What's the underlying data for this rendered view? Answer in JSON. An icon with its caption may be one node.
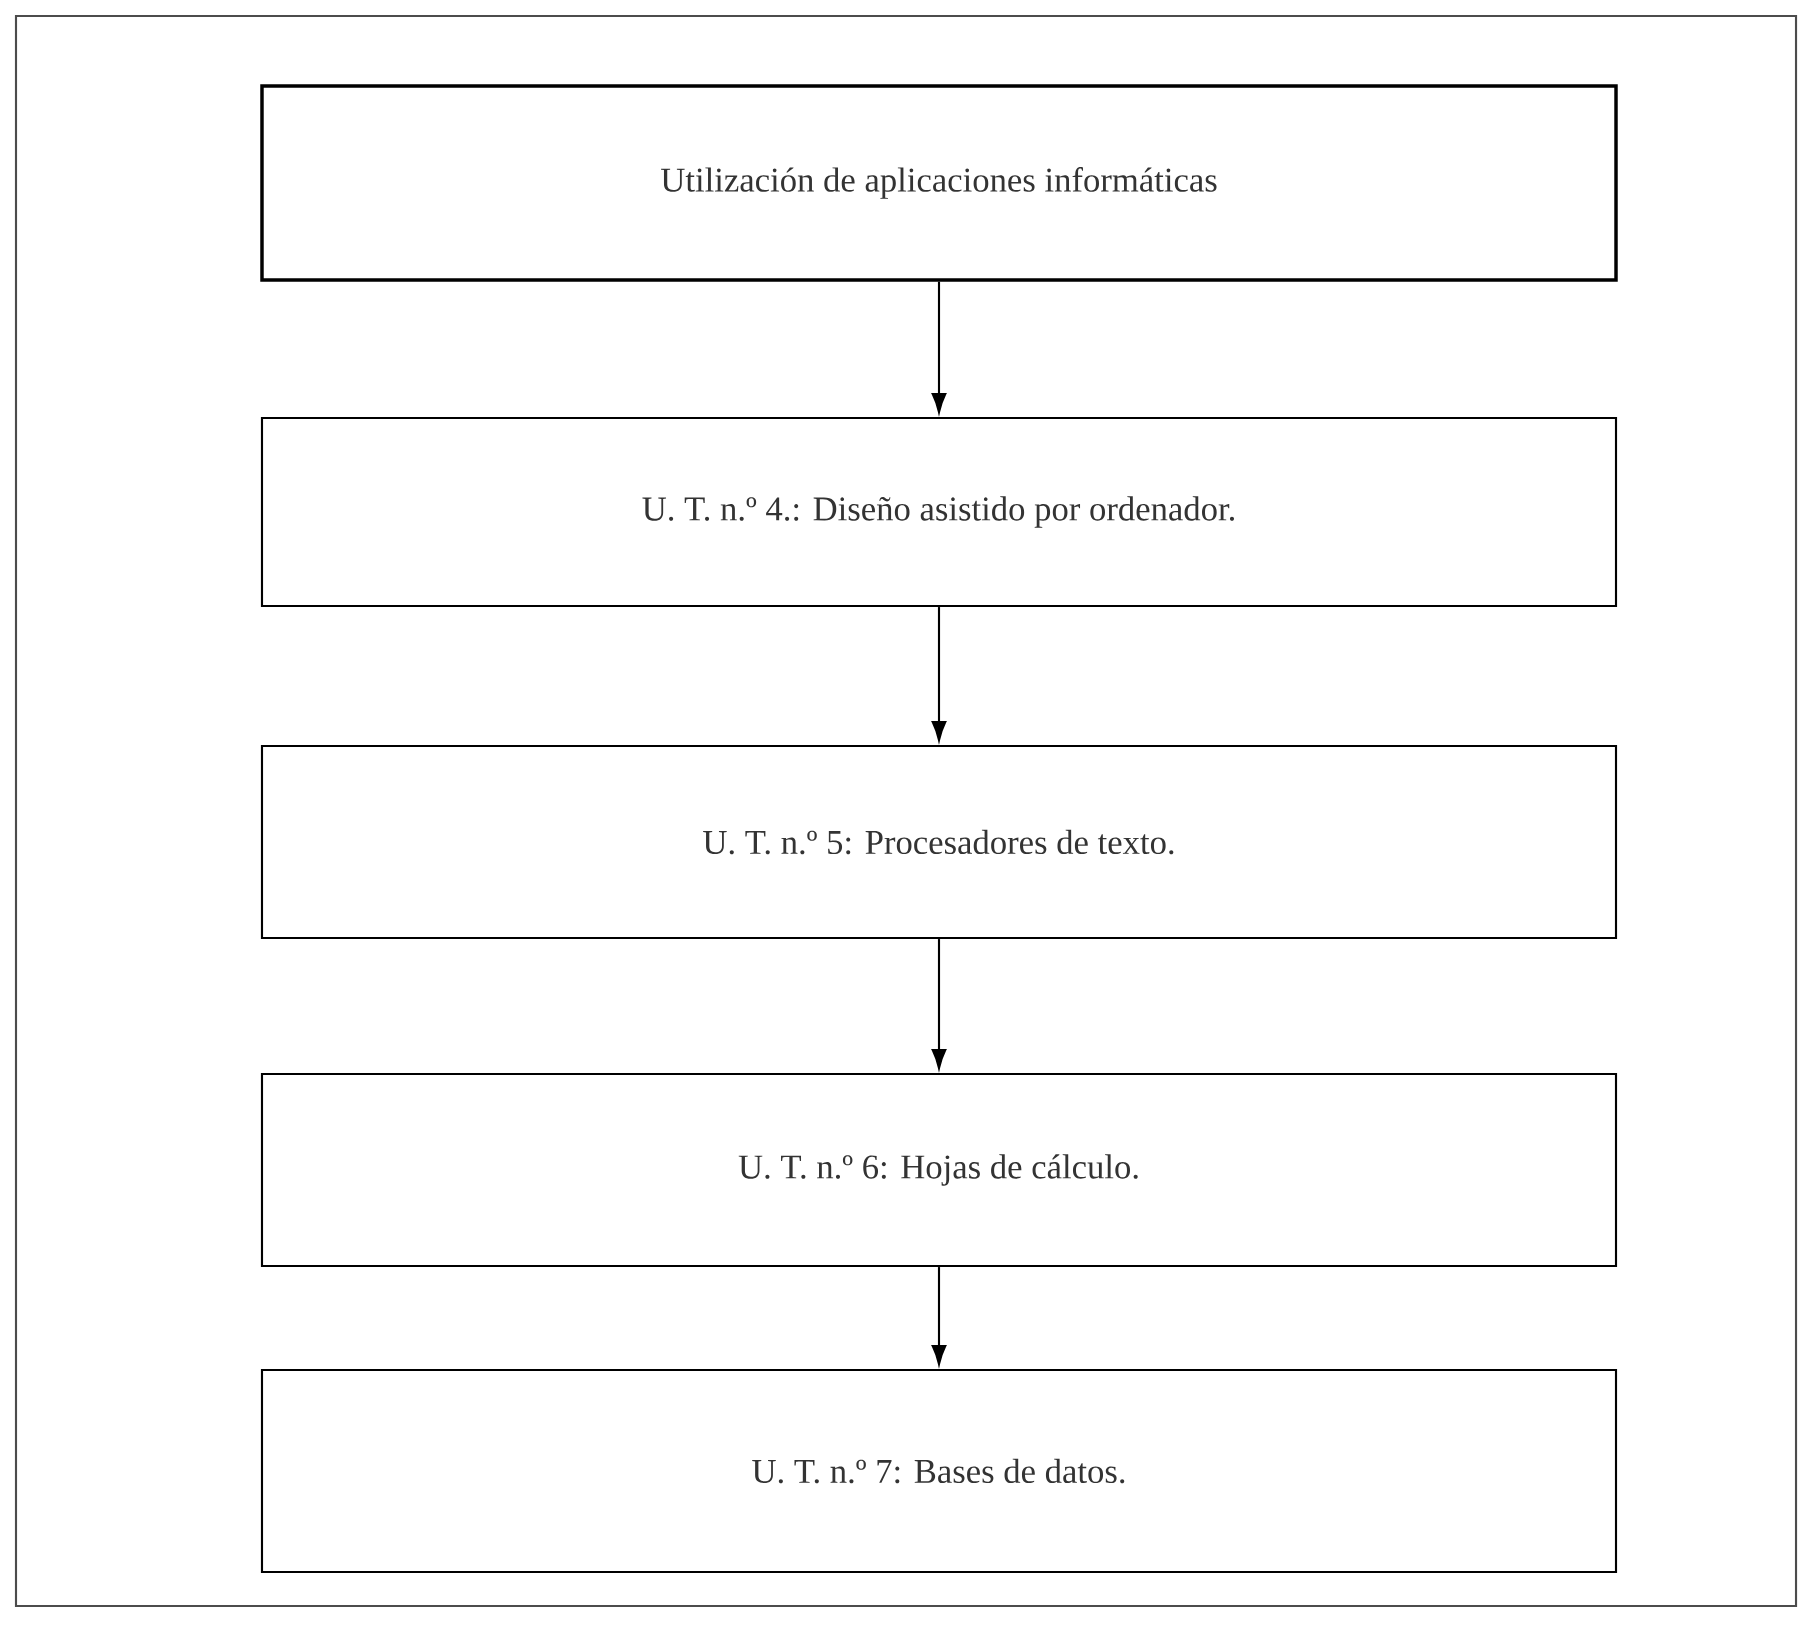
{
  "diagram": {
    "nodes": [
      {
        "text": [
          "Utilización de aplicaciones informáticas"
        ]
      },
      {
        "text": [
          "U. T. n.º 4.: Diseño asistido por ordenador."
        ]
      },
      {
        "text": [
          "U. T. n.º 5: Procesadores de texto."
        ]
      },
      {
        "text": [
          "U. T. n.º 6: Hojas de cálculo."
        ]
      },
      {
        "text": [
          "U. T. n.º 7: Bases de datos."
        ]
      }
    ],
    "edges": [
      {
        "from": 0,
        "to": 1,
        "arrow": "to"
      },
      {
        "from": 1,
        "to": 2,
        "arrow": "to"
      },
      {
        "from": 2,
        "to": 3,
        "arrow": "to"
      },
      {
        "from": 3,
        "to": 4,
        "arrow": "to"
      }
    ]
  }
}
